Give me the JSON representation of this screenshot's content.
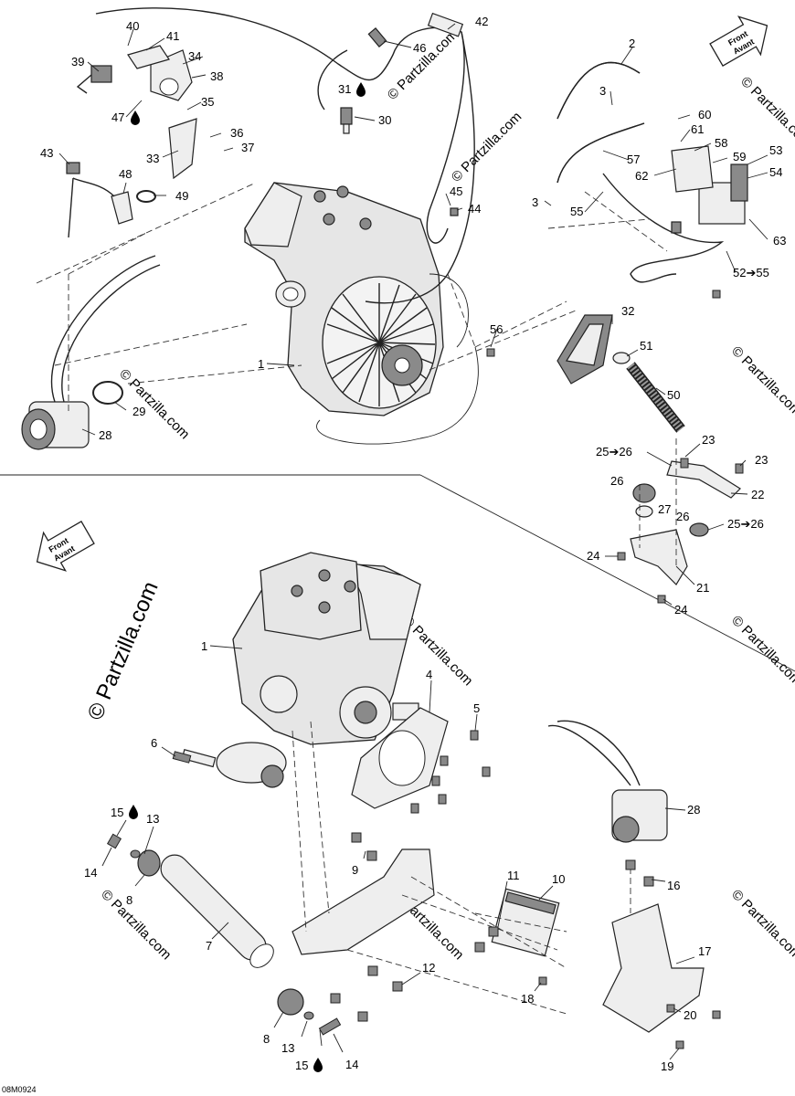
{
  "drawing_code": "08M0924",
  "watermark_side": "© Partzilla.com",
  "watermark_tile": "© Partzilla.com",
  "front_arrow": {
    "line1": "Front",
    "line2": "Avant"
  },
  "callouts_upper": [
    {
      "id": "u1",
      "label": "1"
    },
    {
      "id": "u2",
      "label": "2"
    },
    {
      "id": "u3a",
      "label": "3"
    },
    {
      "id": "u3b",
      "label": "3"
    },
    {
      "id": "u21",
      "label": "21"
    },
    {
      "id": "u22",
      "label": "22"
    },
    {
      "id": "u23a",
      "label": "23"
    },
    {
      "id": "u23b",
      "label": "23"
    },
    {
      "id": "u24a",
      "label": "24"
    },
    {
      "id": "u24b",
      "label": "24"
    },
    {
      "id": "u25a",
      "label": "25➔26"
    },
    {
      "id": "u25b",
      "label": "25➔26"
    },
    {
      "id": "u26a",
      "label": "26"
    },
    {
      "id": "u26b",
      "label": "26"
    },
    {
      "id": "u27",
      "label": "27"
    },
    {
      "id": "u28",
      "label": "28"
    },
    {
      "id": "u29",
      "label": "29"
    },
    {
      "id": "u30",
      "label": "30"
    },
    {
      "id": "u31",
      "label": "31"
    },
    {
      "id": "u32",
      "label": "32"
    },
    {
      "id": "u33",
      "label": "33"
    },
    {
      "id": "u34",
      "label": "34"
    },
    {
      "id": "u35",
      "label": "35"
    },
    {
      "id": "u36",
      "label": "36"
    },
    {
      "id": "u37",
      "label": "37"
    },
    {
      "id": "u38",
      "label": "38"
    },
    {
      "id": "u39",
      "label": "39"
    },
    {
      "id": "u40",
      "label": "40"
    },
    {
      "id": "u41",
      "label": "41"
    },
    {
      "id": "u42",
      "label": "42"
    },
    {
      "id": "u43",
      "label": "43"
    },
    {
      "id": "u44",
      "label": "44"
    },
    {
      "id": "u45",
      "label": "45"
    },
    {
      "id": "u46",
      "label": "46"
    },
    {
      "id": "u47",
      "label": "47"
    },
    {
      "id": "u48",
      "label": "48"
    },
    {
      "id": "u49",
      "label": "49"
    },
    {
      "id": "u50",
      "label": "50"
    },
    {
      "id": "u51",
      "label": "51"
    },
    {
      "id": "u52",
      "label": "52➔55"
    },
    {
      "id": "u53",
      "label": "53"
    },
    {
      "id": "u54",
      "label": "54"
    },
    {
      "id": "u55",
      "label": "55"
    },
    {
      "id": "u56",
      "label": "56"
    },
    {
      "id": "u57",
      "label": "57"
    },
    {
      "id": "u58",
      "label": "58"
    },
    {
      "id": "u59",
      "label": "59"
    },
    {
      "id": "u60",
      "label": "60"
    },
    {
      "id": "u61",
      "label": "61"
    },
    {
      "id": "u62",
      "label": "62"
    },
    {
      "id": "u63",
      "label": "63"
    }
  ],
  "callouts_lower": [
    {
      "id": "l1",
      "label": "1"
    },
    {
      "id": "l4",
      "label": "4"
    },
    {
      "id": "l5",
      "label": "5"
    },
    {
      "id": "l6",
      "label": "6"
    },
    {
      "id": "l7",
      "label": "7"
    },
    {
      "id": "l8a",
      "label": "8"
    },
    {
      "id": "l8b",
      "label": "8"
    },
    {
      "id": "l9",
      "label": "9"
    },
    {
      "id": "l10",
      "label": "10"
    },
    {
      "id": "l11",
      "label": "11"
    },
    {
      "id": "l12",
      "label": "12"
    },
    {
      "id": "l13a",
      "label": "13"
    },
    {
      "id": "l13b",
      "label": "13"
    },
    {
      "id": "l14a",
      "label": "14"
    },
    {
      "id": "l14b",
      "label": "14"
    },
    {
      "id": "l15a",
      "label": "15"
    },
    {
      "id": "l15b",
      "label": "15"
    },
    {
      "id": "l16",
      "label": "16"
    },
    {
      "id": "l17",
      "label": "17"
    },
    {
      "id": "l18",
      "label": "18"
    },
    {
      "id": "l19",
      "label": "19"
    },
    {
      "id": "l20",
      "label": "20"
    },
    {
      "id": "l28",
      "label": "28"
    }
  ]
}
